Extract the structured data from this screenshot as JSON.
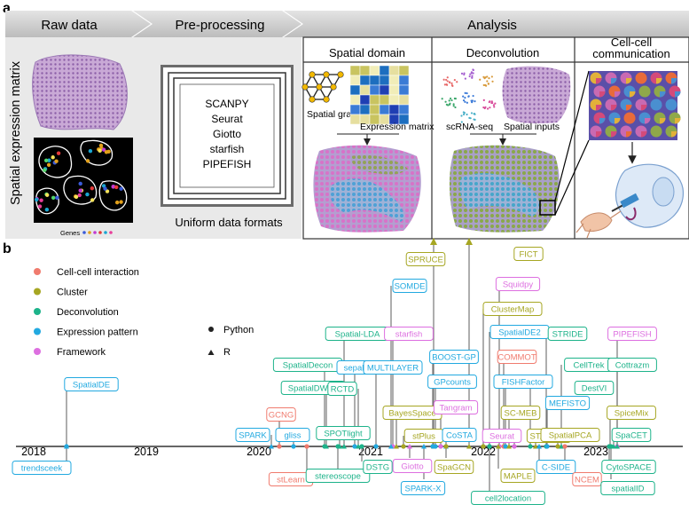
{
  "panel_a": {
    "letter": "a",
    "headers": [
      "Raw data",
      "Pre-processing",
      "Analysis"
    ],
    "side_label": "Spatial expression matrix",
    "genes_label": "Genes",
    "tools": [
      "SCANPY",
      "Seurat",
      "Giotto",
      "starfish",
      "PIPEFISH"
    ],
    "uniform_label": "Uniform data formats",
    "analysis_columns": [
      "Spatial domain",
      "Deconvolution",
      "Cell-cell communication"
    ],
    "spatial_graph_label": "Spatial graph",
    "expression_matrix_label": "Expression matrix",
    "scrna_label": "scRNA-seq",
    "spatial_inputs_label": "Spatial inputs"
  },
  "panel_b": {
    "letter": "b",
    "legend_categories": [
      {
        "label": "Cell-cell interaction",
        "color": "#f07b6e"
      },
      {
        "label": "Cluster",
        "color": "#a6a622"
      },
      {
        "label": "Deconvolution",
        "color": "#1db38a"
      },
      {
        "label": "Expression pattern",
        "color": "#22a9e0"
      },
      {
        "label": "Framework",
        "color": "#dd6fe0"
      }
    ],
    "legend_shapes": [
      {
        "label": "Python",
        "shape": "circle"
      },
      {
        "label": "R",
        "shape": "triangle"
      }
    ],
    "years": [
      "2018",
      "2019",
      "2020",
      "2021",
      "2022",
      "2023"
    ],
    "tools": [
      {
        "name": "SpatialDE",
        "cat": "Expression pattern"
      },
      {
        "name": "trendsceek",
        "cat": "Expression pattern"
      },
      {
        "name": "SPARK",
        "cat": "Expression pattern"
      },
      {
        "name": "GCNG",
        "cat": "Cell-cell interaction"
      },
      {
        "name": "gliss",
        "cat": "Expression pattern"
      },
      {
        "name": "stLearn",
        "cat": "Cell-cell interaction"
      },
      {
        "name": "SpatialDecon",
        "cat": "Deconvolution"
      },
      {
        "name": "SpatialDWLS",
        "cat": "Deconvolution"
      },
      {
        "name": "SPOTlight",
        "cat": "Deconvolution"
      },
      {
        "name": "stereoscope",
        "cat": "Deconvolution"
      },
      {
        "name": "Spatial-LDA",
        "cat": "Deconvolution"
      },
      {
        "name": "sepal",
        "cat": "Expression pattern"
      },
      {
        "name": "RCTD",
        "cat": "Deconvolution"
      },
      {
        "name": "MULTILAYER",
        "cat": "Expression pattern"
      },
      {
        "name": "DSTG",
        "cat": "Deconvolution"
      },
      {
        "name": "starfish",
        "cat": "Framework"
      },
      {
        "name": "SPRUCE",
        "cat": "Cluster"
      },
      {
        "name": "SOMDE",
        "cat": "Expression pattern"
      },
      {
        "name": "BayesSpace",
        "cat": "Cluster"
      },
      {
        "name": "stPlus",
        "cat": "Cluster"
      },
      {
        "name": "Giotto",
        "cat": "Framework"
      },
      {
        "name": "SPARK-X",
        "cat": "Expression pattern"
      },
      {
        "name": "BOOST-GP",
        "cat": "Expression pattern"
      },
      {
        "name": "GPcounts",
        "cat": "Expression pattern"
      },
      {
        "name": "Tangram",
        "cat": "Framework"
      },
      {
        "name": "CoSTA",
        "cat": "Expression pattern"
      },
      {
        "name": "SpaGCN",
        "cat": "Cluster"
      },
      {
        "name": "FICT",
        "cat": "Cluster"
      },
      {
        "name": "ClusterMap",
        "cat": "Cluster"
      },
      {
        "name": "SpatialDE2",
        "cat": "Expression pattern"
      },
      {
        "name": "Squidpy",
        "cat": "Framework"
      },
      {
        "name": "COMMOT",
        "cat": "Cell-cell interaction"
      },
      {
        "name": "FISHFactor",
        "cat": "Expression pattern"
      },
      {
        "name": "SC-MEB",
        "cat": "Cluster"
      },
      {
        "name": "Seurat",
        "cat": "Framework"
      },
      {
        "name": "cell2location",
        "cat": "Deconvolution"
      },
      {
        "name": "STRIDE",
        "cat": "Deconvolution"
      },
      {
        "name": "DestVI",
        "cat": "Deconvolution"
      },
      {
        "name": "MEFISTO",
        "cat": "Expression pattern"
      },
      {
        "name": "STAGATE",
        "cat": "Cluster"
      },
      {
        "name": "MAPLE",
        "cat": "Cluster"
      },
      {
        "name": "CellTrek",
        "cat": "Deconvolution"
      },
      {
        "name": "SpatialPCA",
        "cat": "Cluster"
      },
      {
        "name": "C-SIDE",
        "cat": "Expression pattern"
      },
      {
        "name": "NCEM",
        "cat": "Cell-cell interaction"
      },
      {
        "name": "PIPEFISH",
        "cat": "Framework"
      },
      {
        "name": "Cottrazm",
        "cat": "Deconvolution"
      },
      {
        "name": "SpiceMix",
        "cat": "Cluster"
      },
      {
        "name": "SpaCET",
        "cat": "Deconvolution"
      },
      {
        "name": "CytoSPACE",
        "cat": "Deconvolution"
      },
      {
        "name": "spatialID",
        "cat": "Deconvolution"
      }
    ]
  }
}
